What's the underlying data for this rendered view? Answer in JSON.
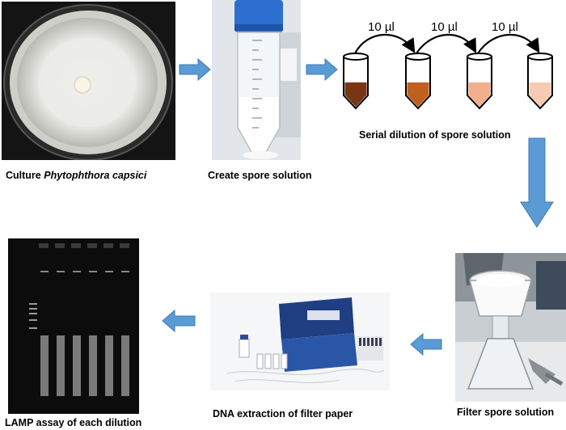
{
  "steps": {
    "culture": {
      "caption_prefix": "Culture ",
      "caption_italic": "Phytophthora capsici"
    },
    "spore": {
      "caption": "Create spore solution"
    },
    "serial": {
      "caption": "Serial dilution of spore solution",
      "transfer_labels": [
        "10 µl",
        "10 µl",
        "10 µl"
      ]
    },
    "filter": {
      "caption": "Filter spore solution"
    },
    "dna": {
      "caption": "DNA extraction of filter paper"
    },
    "lamp": {
      "caption": "LAMP assay of each dilution"
    }
  },
  "tube_colors": [
    "#7a3512",
    "#c0601f",
    "#f2b08a",
    "#f7cbb3"
  ],
  "colors": {
    "arrow": "#5b9bd5",
    "arrow_edge": "#3f7ab8"
  }
}
